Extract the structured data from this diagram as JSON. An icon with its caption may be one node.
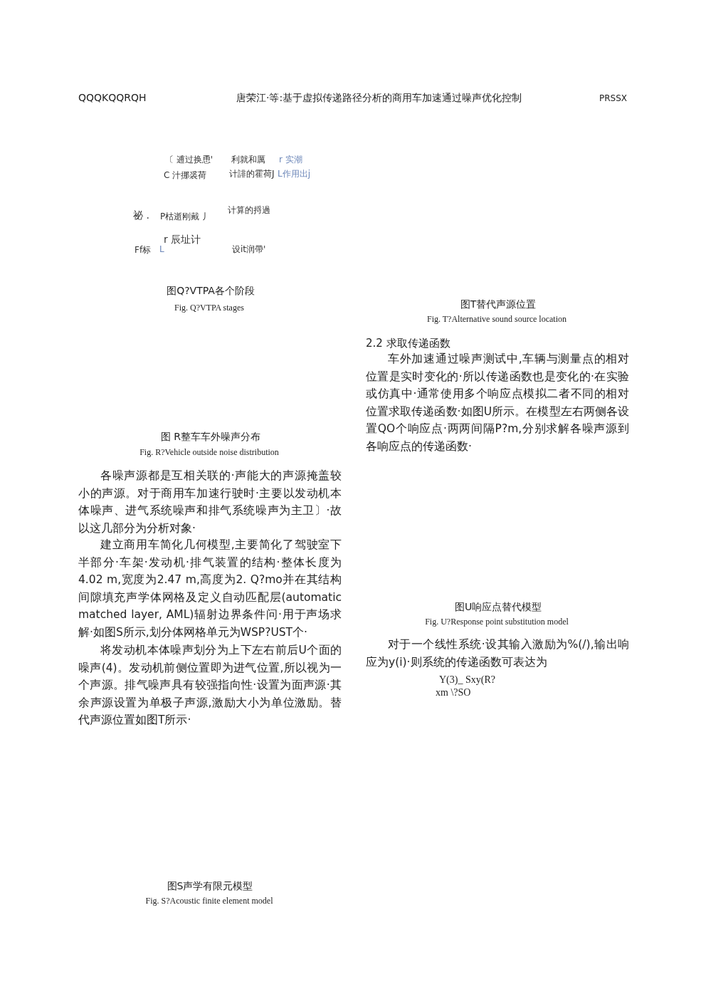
{
  "diagram": {
    "labels": [
      "QQQKQQRQH",
      "唐荣江·等:基于虚拟传递路径分析的商用车加速通过噪声优化控制",
      "PRSSX",
      "〔 逋过换恿'",
      "利就和厲",
      "r 实潮",
      "C 汁挪裘荷",
      "计誹的霍荷J",
      "L作用出j",
      "祕 .",
      "P枯逝刚戴 丿",
      "计算的捋過",
      "r 辰址计",
      "Ff标",
      "L",
      "设it润帶'",
      "图Q?VTPA各个阶段",
      "Fig. Q?VTPA stages",
      "图 R整车车外噪声分布",
      "Fig. R?Vehicle outside noise distribution",
      "各噪声源都是互相关联的·声能大的声源掩盖较小的声源。对于商用车加速行驶时·主要以发动机本体噪声、进气系统噪声和排气系统噪声为主卫〕·故以这几部分为分析对象·",
      "建立商用车简化几何模型,主要简化了驾驶室下半部分·车架·发动机·排气装置的结构·整体长度为4.02 m,宽度为2.47 m,高度为2. Q?mo并在其结构间隙填充声学体网格及定义自动匹配层(automatic matched layer, AML)辐射边界条件问·用于声场求解·如图S所示,划分体网格单元为WSP?UST个·",
      "将发动机本体噪声划分为上下左右前后U个面的噪声(4)。发动机前侧位置即为进气位置,所以视为一个声源。排气噪声具有较强指向性·设置为面声源·其余声源设置为单极子声源,激励大小为单位激励。替代声源位置如图T所示·",
      "图S声学有限元模型",
      "Fig. S?Acoustic finite element model",
      "图T替代声源位置",
      "Fig. T?Alternative sound source location",
      "2.2 求取传递函数",
      "车外加速通过噪声测试中,车辆与测量点的相对位置是实时变化的·所以传递函数也是变化的·在实验或仿真中·通常使用多个响应点模拟二者不同的相对位置求取传递函数·如图U所示。在模型左右两侧各设置QO个响应点·两两间隔P?m,分别求解各噪声源到各响应点的传递函数·",
      "图U响应点替代模型",
      "Fig. U?Response point substitution model",
      "对于一个线性系统·设其输入激励为%(/),输出响应为y(i)·则系统的传递函数可表达为",
      "Y(3)_ Sxy(R?",
      "xm \\?SO"
    ]
  }
}
